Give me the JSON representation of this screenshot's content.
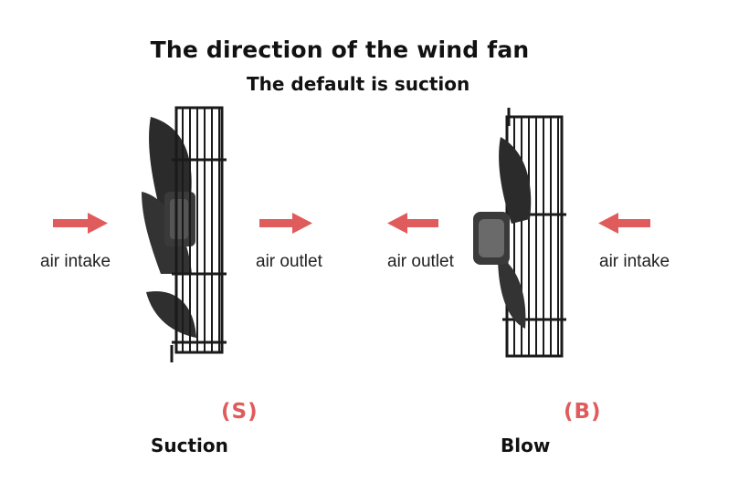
{
  "title": "The direction of the wind fan",
  "subtitle": "The default is suction",
  "left_fan": {
    "intake_label": "air intake",
    "outlet_label": "air outlet",
    "mode_code": "(S)",
    "mode_name": "Suction"
  },
  "right_fan": {
    "outlet_label": "air outlet",
    "intake_label": "air intake",
    "mode_code": "(B)",
    "mode_name": "Blow"
  },
  "colors": {
    "arrow": "#e05b5b",
    "mode_code": "#e05b5b",
    "fan_body": "#2b2b2b",
    "guard": "#1a1a1a"
  },
  "icons": [
    "right-arrow-icon",
    "left-arrow-icon",
    "axial-fan-icon"
  ]
}
